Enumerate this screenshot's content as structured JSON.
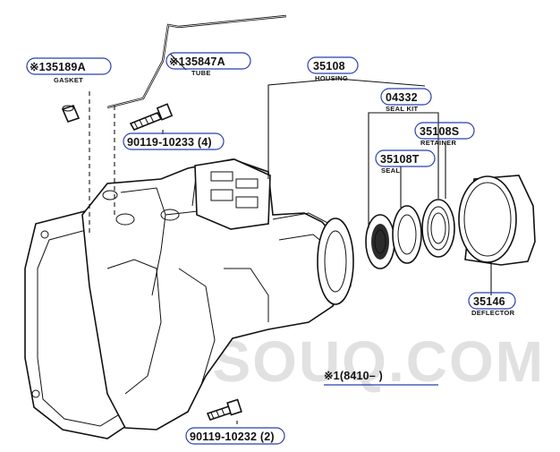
{
  "watermark": "PARTSOUQ.COM",
  "callouts": [
    {
      "number": "※135189A",
      "name": "GASKET"
    },
    {
      "number": "※135847A",
      "name": "TUBE"
    },
    {
      "number": "35108",
      "name": "HOUSING"
    },
    {
      "number": "04332",
      "name": "SEAL KIT"
    },
    {
      "number": "35108S",
      "name": "RETAINER"
    },
    {
      "number": "35108T",
      "name": "SEAL"
    },
    {
      "number": "35146",
      "name": "DEFLECTOR"
    },
    {
      "number": "90119-10233 (4)",
      "name": ""
    },
    {
      "number": "90119-10232 (2)",
      "name": ""
    }
  ],
  "footnote": "※1(8410–    )"
}
